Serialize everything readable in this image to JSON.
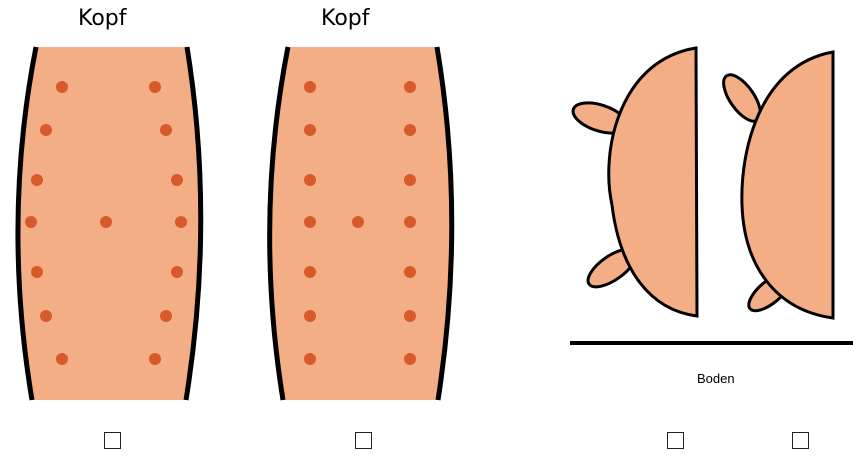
{
  "labels": {
    "left_top": "Kopf",
    "middle_top": "Kopf",
    "floor": "Boden"
  },
  "colors": {
    "body_fill": "#F4AE86",
    "dot": "#D85A2A",
    "outline": "#000000"
  },
  "checkboxes": [
    {
      "checked": false
    },
    {
      "checked": false
    },
    {
      "checked": false
    },
    {
      "checked": false
    }
  ]
}
